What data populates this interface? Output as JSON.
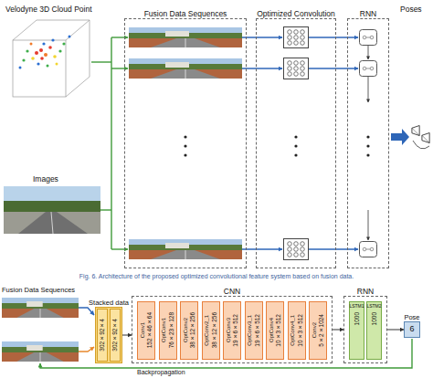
{
  "diagram": {
    "caption": "Fig. 6.  Architecture of the proposed optimized convolutional feature system based on fusion data.",
    "nodes": [
      {
        "text": [
          "Fusion Data Sequences"
        ]
      },
      {
        "text": [
          "Optimized Convolution"
        ]
      },
      {
        "text": [
          "RNN"
        ]
      },
      {
        "text": [
          "Stacked data"
        ]
      },
      {
        "text": [
          "302×92×4"
        ],
        "in": 3
      },
      {
        "text": [
          "302×92×4"
        ],
        "in": 3
      },
      {
        "text": [
          "CNN"
        ]
      },
      {
        "text": [
          "Conv1",
          "152×46×64"
        ],
        "in": 6
      },
      {
        "text": [
          "OptConv1",
          "76×23×128"
        ],
        "in": 6
      },
      {
        "text": [
          "OptConv2",
          "38×12×256"
        ],
        "in": 6
      },
      {
        "text": [
          "OptConv2_1",
          "38×12×256"
        ],
        "in": 6
      },
      {
        "text": [
          "OptConv3",
          "19×6×512"
        ],
        "in": 6
      },
      {
        "text": [
          "OptConv3_1",
          "19×6×512"
        ],
        "in": 6
      },
      {
        "text": [
          "OptConv4",
          "10×3×512"
        ],
        "in": 6
      },
      {
        "text": [
          "OptConv4_1",
          "10×3×512"
        ],
        "in": 6
      },
      {
        "text": [
          "Conv2",
          "5×2×1024"
        ],
        "in": 6
      },
      {
        "text": [
          "RNN"
        ]
      },
      {
        "text": [
          "LSTM1",
          "1000"
        ],
        "in": 16
      },
      {
        "text": [
          "LSTM2",
          "1000"
        ],
        "in": 16
      },
      {
        "text": [
          "Pose",
          "6"
        ]
      }
    ],
    "edges": [
      {
        "from": 3,
        "to": 6,
        "arrow": "to"
      },
      {
        "from": 6,
        "to": 16,
        "arrow": "to"
      },
      {
        "from": 16,
        "to": 19,
        "arrow": "to"
      }
    ],
    "labels": [
      "Velodyne 3D Cloud Point",
      "Images",
      "Poses",
      "Fusion Data Sequences",
      "Backpropagation"
    ]
  }
}
